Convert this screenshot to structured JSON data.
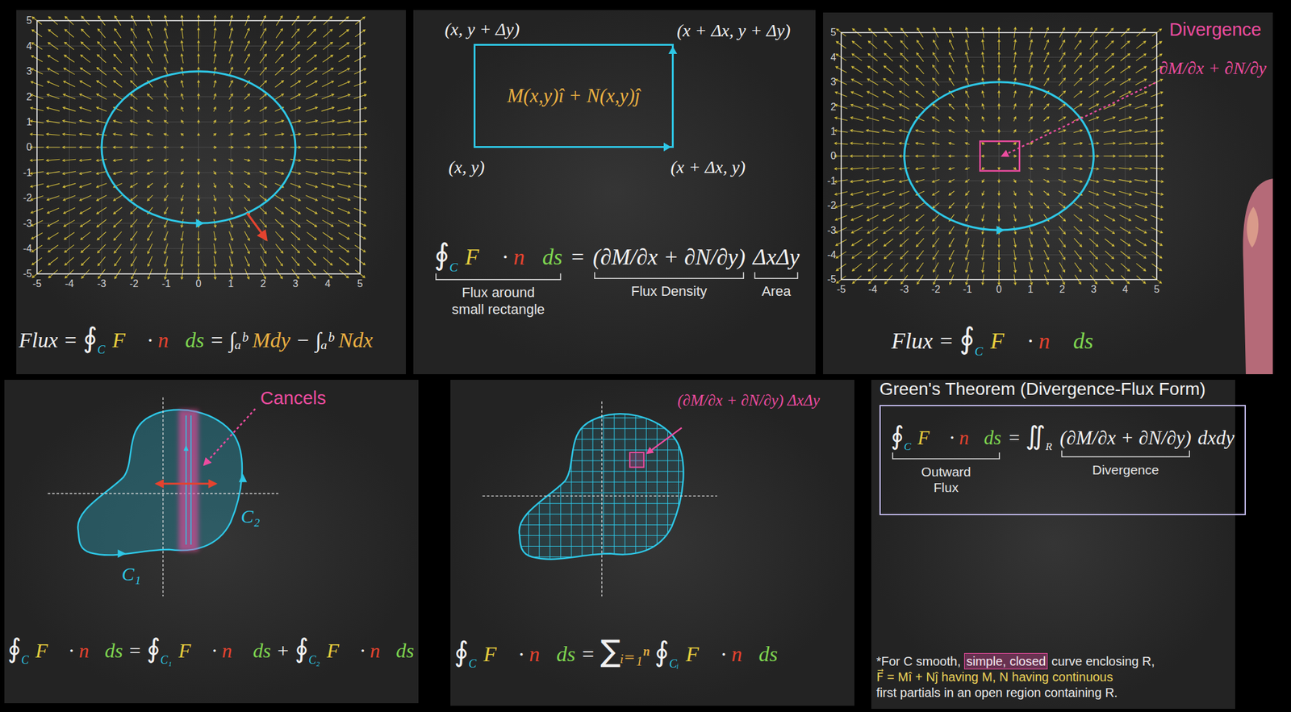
{
  "diagram": {
    "nodes": [
      {
        "text": [
          "M(x,y)î + N(x,y)ĵ"
        ]
      },
      {
        "text": [
          "Green's Theorem (Divergence-Flux Form)",
          "∮C F⃗ · n⃗ds",
          "= ∬R",
          "(∂M/∂x + ∂N/∂y)",
          "dxdy",
          "Outward Flux",
          "Divergence"
        ]
      }
    ],
    "labels": [
      "5",
      "4",
      "3",
      "2",
      "1",
      "0",
      "-1",
      "-2",
      "-3",
      "-4",
      "-5",
      "-5",
      "-4",
      "-3",
      "-2",
      "-1",
      "0",
      "1",
      "2",
      "3",
      "4",
      "5",
      "Flux = ∮C F⃗ · n⃗ds = ∫ₐᵇ Mdy − ∫ₐᵇ Ndx",
      "(x, y + Δy)",
      "(x + Δx, y + Δy)",
      "(x, y)",
      "(x + Δx, y)",
      "∮C F⃗ · n⃗ds",
      "=",
      "(∂M/∂x + ∂N/∂y)",
      "ΔxΔy",
      "Flux around small rectangle",
      "Flux Density",
      "Area",
      "5",
      "4",
      "3",
      "2",
      "1",
      "0",
      "-1",
      "-2",
      "-3",
      "-4",
      "-5",
      "-5",
      "-4",
      "-3",
      "-2",
      "-1",
      "0",
      "1",
      "2",
      "3",
      "4",
      "5",
      "Divergence",
      "∂M/∂x + ∂N/∂y",
      "Flux = ∮C F⃗ · n⃗ ds",
      "Cancels",
      "C₂",
      "C₁",
      "∮C F⃗ · n⃗ds = ∮C₁ F⃗ · n⃗ ds + ∮C₂ F⃗ · n⃗ds",
      "(∂M/∂x + ∂N/∂y) ΔxΔy",
      "∮C F⃗ · n⃗ds = ∑ᵢ₌₁ⁿ ∮Cᵢ F⃗ · n⃗ds",
      "*For C smooth,",
      "simple, closed",
      "curve enclosing R,",
      "F⃗ = Mî + Nĵ having M, N having continuous",
      "first partials in an open region containing R."
    ]
  }
}
